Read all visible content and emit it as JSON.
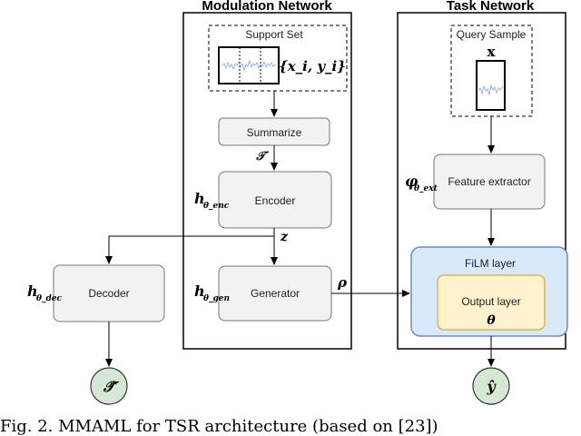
{
  "modulation_network": {
    "title": "Modulation Network",
    "support_set_label": "Support Set",
    "support_set_math": "{x_i, y_i}",
    "summarize_label": "Summarize",
    "tau_prime": "𝒯′",
    "encoder_label": "Encoder",
    "encoder_symbol": "h",
    "encoder_sub": "θ_enc",
    "z_label": "z",
    "generator_label": "Generator",
    "generator_symbol": "h",
    "generator_sub": "θ_gen",
    "rho_label": "ρ"
  },
  "task_network": {
    "title": "Task Network",
    "query_label": "Query Sample",
    "query_x": "x",
    "feature_label": "Feature extractor",
    "feature_symbol": "φ",
    "feature_sub": "θ_ext",
    "film_label": "FiLM layer",
    "output_label": "Output layer",
    "theta_label": "θ",
    "yhat_label": "ŷ"
  },
  "decoder": {
    "label": "Decoder",
    "symbol": "h",
    "sub": "θ_dec",
    "tau_hat": "𝒯̂"
  },
  "caption": "Fig. 2. MMAML for TSR architecture (based on [23])",
  "colors": {
    "box_fill": "#f2f2f2",
    "box_stroke": "#777777",
    "film_fill": "#dae8fc",
    "film_stroke": "#6c8ebf",
    "output_fill": "#fff2cc",
    "output_stroke": "#d6b656",
    "circle_fill": "#d5e8d4",
    "circle_stroke": "#333333",
    "signal": "#7ea6e0"
  }
}
